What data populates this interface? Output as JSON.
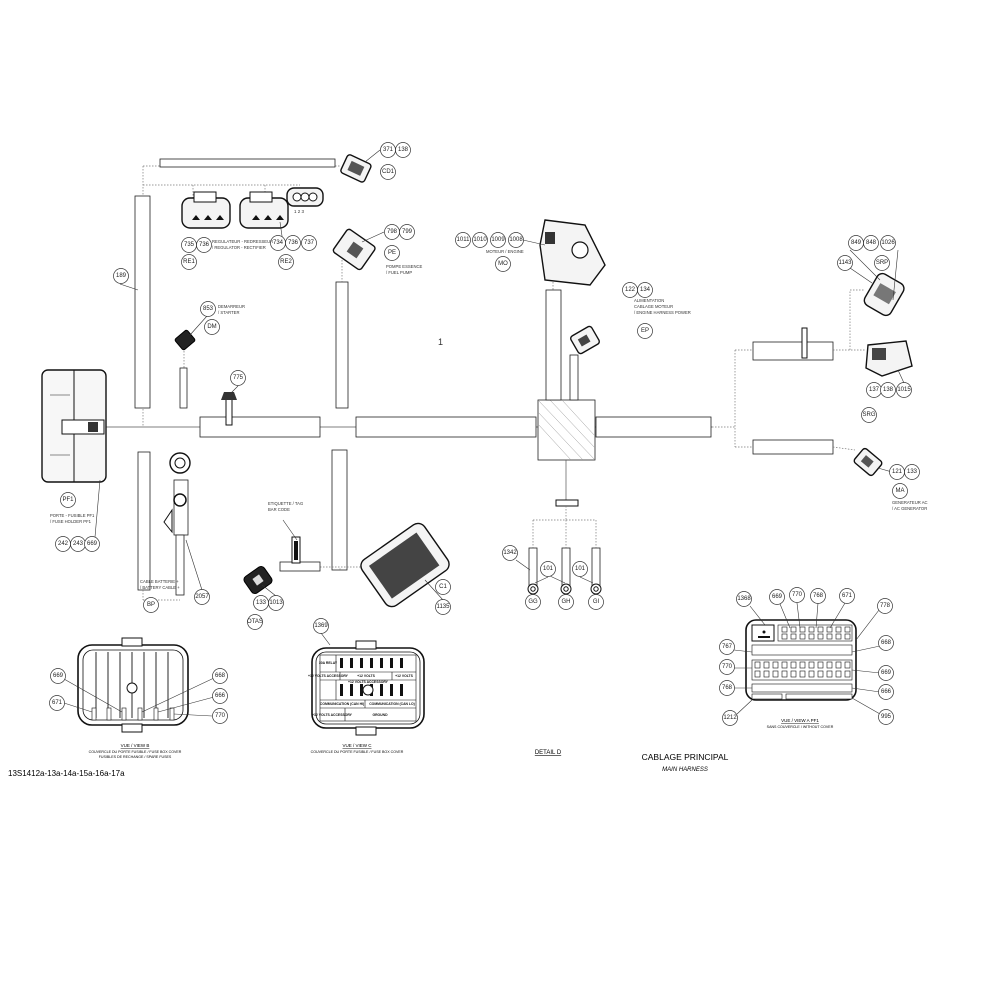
{
  "drawing_code": "13S1412a-13a-14a-15a-16a-17a",
  "title": "CABLAGE PRINCIPAL",
  "subtitle": "MAIN HARNESS",
  "detail_label": "DETAIL D",
  "view_b": {
    "title": "VUE / VIEW B",
    "line1": "COUVERCLE DU PORTE FUSIBLE / FUSE BOX COVER",
    "line2": "FUSIBLES DE RECHANGE / SPARE FUSES"
  },
  "view_c": {
    "title": "VUE / VIEW C",
    "line1": "COUVERCLE DU PORTE FUSIBLE / FUSE BOX COVER",
    "cells": [
      "30A RELAY",
      "+12 VOLTS ACCESSORY",
      "+12 VOLTS",
      "+12 VOLTS",
      "+12 VOLTS ACCESSORY",
      "COMMUNICATION (CAN HI)",
      "COMMUNICATION (CAN LO)",
      "+12 VOLTS ACCESSORY",
      "GROUND"
    ]
  },
  "view_a": {
    "title": "VUE / VIEW A    PF1",
    "line1": "SANS COUVERCLE / WITHOUT COVER"
  },
  "callouts": [
    "371",
    "138",
    "CD1",
    "735",
    "736",
    "RE1",
    "734",
    "736",
    "737",
    "RE2",
    "798",
    "799",
    "PE",
    "1011",
    "1010",
    "1009",
    "1008",
    "MO",
    "122",
    "134",
    "EP",
    "853",
    "DM",
    "189",
    "775",
    "849",
    "848",
    "1026",
    "1143",
    "SRP",
    "137",
    "138",
    "1015",
    "SRG",
    "121",
    "133",
    "MA",
    "PF1",
    "242",
    "243",
    "669",
    "BP",
    "2057",
    "133",
    "1013",
    "OTAS",
    "C1",
    "1135",
    "1342",
    "101",
    "101",
    "GG",
    "GH",
    "GI",
    "1369",
    "669",
    "671",
    "668",
    "666",
    "770",
    "1368",
    "669",
    "770",
    "768",
    "671",
    "778",
    "767",
    "668",
    "770",
    "669",
    "768",
    "666",
    "1212",
    "995"
  ],
  "labels": [
    "REGULATEUR - REDRESSEUR",
    "/ REGULATOR - RECTIFIER",
    "POMPE ESSENCE",
    "/ FUEL PUMP",
    "MOTEUR / ENGINE",
    "ALIMENTATION",
    "CABLAGE MOTEUR",
    "/ ENGINE HARNESS POWER",
    "DEMARREUR",
    "/ STARTER",
    "GENERATEUR AC",
    "/ AC GENERATOR",
    "PORTE - FUSIBLE PF1",
    "/ FUSE HOLDER PF1",
    "CABLE BATTERIE +",
    "/ BATTERY CABLE +",
    "ETIQUETTE / TAG",
    "BAR CODE",
    "1",
    "1   2   3"
  ]
}
